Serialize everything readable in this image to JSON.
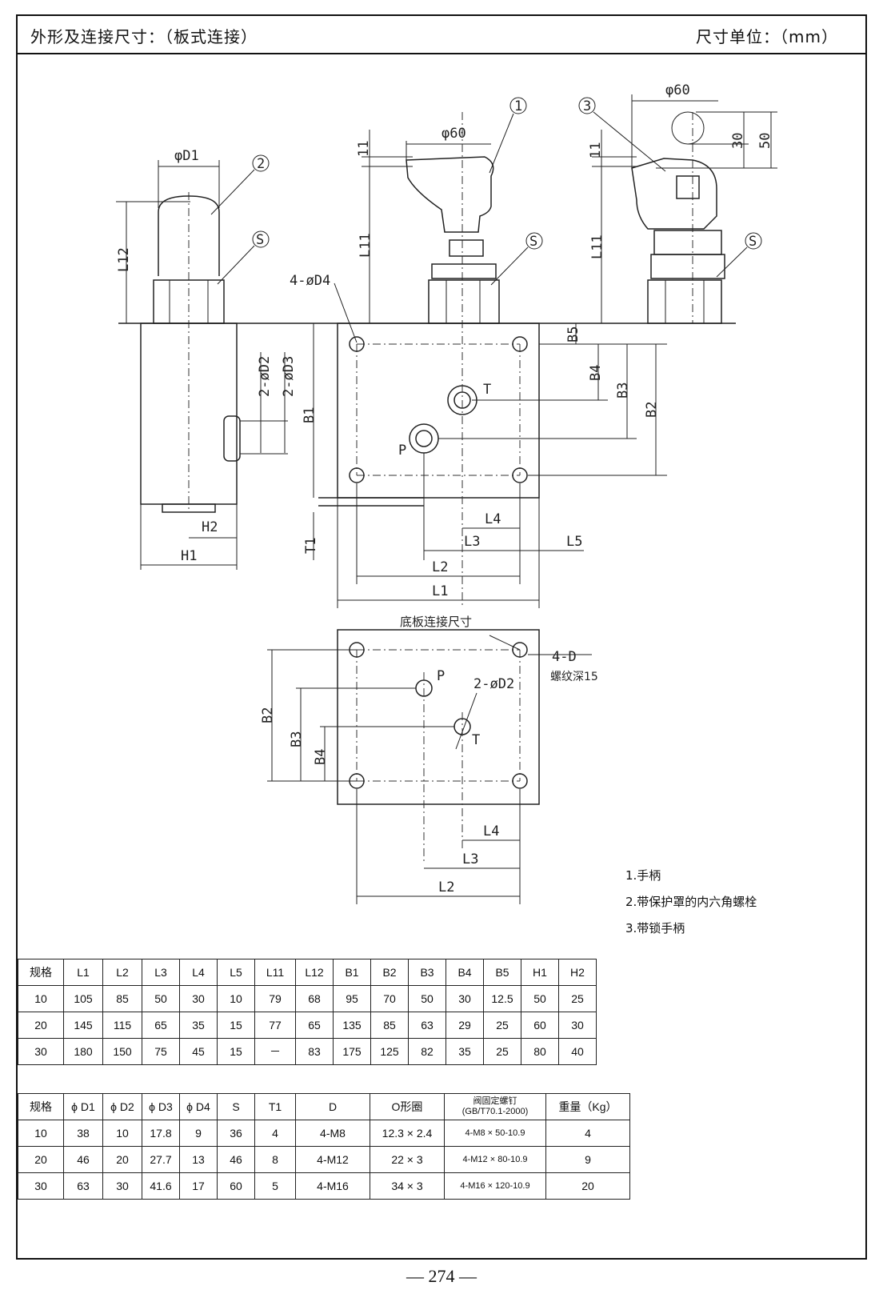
{
  "header": {
    "title": "外形及连接尺寸：（板式连接）",
    "unit": "尺寸单位：（mm）"
  },
  "drawing": {
    "dims": {
      "phiD1": "φD1",
      "L12": "L12",
      "phi60a": "φ60",
      "L11a": "L11",
      "L11b": "L11",
      "phi60b": "φ60",
      "d30": "30",
      "d50": "50",
      "d11a": "11",
      "d11b": "11",
      "c1": "1",
      "c2": "2",
      "c3": "3",
      "s1": "S",
      "s2": "S",
      "s3": "S",
      "fourD4": "4-øD4",
      "twoD2": "2-øD2",
      "twoD3": "2-øD3",
      "B1": "B1",
      "B2": "B2",
      "B3": "B3",
      "B4": "B4",
      "B5": "B5",
      "T": "T",
      "P": "P",
      "L1": "L1",
      "L2": "L2",
      "L3": "L3",
      "L4": "L4",
      "L5": "L5",
      "H1": "H1",
      "H2": "H2",
      "T1": "T1"
    },
    "sub_title": "底板连接尺寸",
    "base": {
      "fourD": "4-D",
      "thread": "螺纹深15",
      "twoD2": "2-øD2",
      "P": "P",
      "T": "T",
      "B2": "B2",
      "B3": "B3",
      "B4": "B4",
      "L2": "L2",
      "L3": "L3",
      "L4": "L4"
    }
  },
  "legend": [
    "1.手柄",
    "2.带保护罩的内六角螺栓",
    "3.带锁手柄"
  ],
  "table1": {
    "headers": [
      "规格",
      "L1",
      "L2",
      "L3",
      "L4",
      "L5",
      "L11",
      "L12",
      "B1",
      "B2",
      "B3",
      "B4",
      "B5",
      "H1",
      "H2"
    ],
    "rows": [
      [
        "10",
        "105",
        "85",
        "50",
        "30",
        "10",
        "79",
        "68",
        "95",
        "70",
        "50",
        "30",
        "12.5",
        "50",
        "25"
      ],
      [
        "20",
        "145",
        "115",
        "65",
        "35",
        "15",
        "77",
        "65",
        "135",
        "85",
        "63",
        "29",
        "25",
        "60",
        "30"
      ],
      [
        "30",
        "180",
        "150",
        "75",
        "45",
        "15",
        "－",
        "83",
        "175",
        "125",
        "82",
        "35",
        "25",
        "80",
        "40"
      ]
    ]
  },
  "table2": {
    "headers": [
      "规格",
      "ϕ D1",
      "ϕ D2",
      "ϕ D3",
      "ϕ D4",
      "S",
      "T1",
      "D",
      "O形圈",
      "阀固定螺钉\n(GB/T70.1-2000)",
      "重量（Kg）"
    ],
    "rows": [
      [
        "10",
        "38",
        "10",
        "17.8",
        "9",
        "36",
        "4",
        "4-M8",
        "12.3 × 2.4",
        "4-M8 × 50-10.9",
        "4"
      ],
      [
        "20",
        "46",
        "20",
        "27.7",
        "13",
        "46",
        "8",
        "4-M12",
        "22 × 3",
        "4-M12 × 80-10.9",
        "9"
      ],
      [
        "30",
        "63",
        "30",
        "41.6",
        "17",
        "60",
        "5",
        "4-M16",
        "34 × 3",
        "4-M16 × 120-10.9",
        "20"
      ]
    ]
  },
  "footer": {
    "page": "— 274 —"
  }
}
